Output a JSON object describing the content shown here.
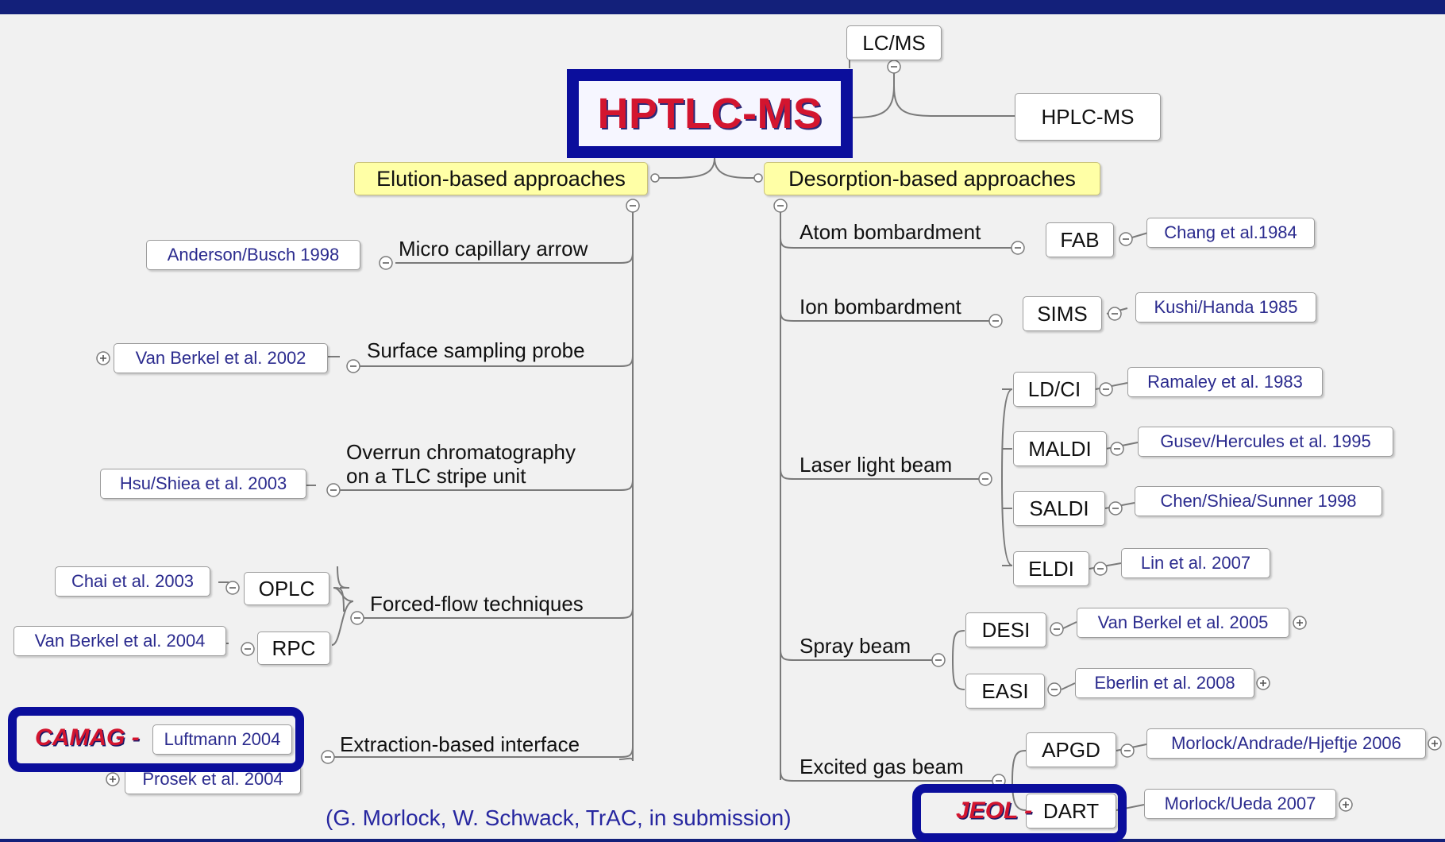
{
  "title": "HPTLC-MS",
  "related": {
    "lcms": "LC/MS",
    "hplcms": "HPLC-MS"
  },
  "branches": {
    "elution": "Elution-based approaches",
    "desorption": "Desorption-based approaches"
  },
  "elution_items": {
    "micro_capillary": {
      "label": "Micro capillary arrow",
      "ref": "Anderson/Busch 1998"
    },
    "surface_sampling": {
      "label": "Surface sampling probe",
      "ref": "Van Berkel et al. 2002"
    },
    "overrun": {
      "label_line1": "Overrun chromatography",
      "label_line2": "on a TLC stripe unit",
      "ref": "Hsu/Shiea et al. 2003"
    },
    "forced_flow": {
      "label": "Forced-flow techniques",
      "oplc": "OPLC",
      "oplc_ref": "Chai et al. 2003",
      "rpc": "RPC",
      "rpc_ref": "Van Berkel et al. 2004"
    },
    "extraction": {
      "label": "Extraction-based interface",
      "ref1": "Luftmann 2004",
      "ref2": "Prosek et al. 2004",
      "company": "CAMAG -"
    }
  },
  "desorption_items": {
    "atom": {
      "label": "Atom bombardment",
      "tech": "FAB",
      "ref": "Chang et al.1984"
    },
    "ion": {
      "label": "Ion bombardment",
      "tech": "SIMS",
      "ref": "Kushi/Handa 1985"
    },
    "laser": {
      "label": "Laser light beam",
      "ldci": "LD/CI",
      "ldci_ref": "Ramaley et al. 1983",
      "maldi": "MALDI",
      "maldi_ref": "Gusev/Hercules et al. 1995",
      "saldi": "SALDI",
      "saldi_ref": "Chen/Shiea/Sunner 1998",
      "eldi": "ELDI",
      "eldi_ref": "Lin et al. 2007"
    },
    "spray": {
      "label": "Spray beam",
      "desi": "DESI",
      "desi_ref": "Van Berkel et al. 2005",
      "easi": "EASI",
      "easi_ref": "Eberlin et al. 2008"
    },
    "excited": {
      "label": "Excited gas beam",
      "apgd": "APGD",
      "apgd_ref": "Morlock/Andrade/Hjeftje 2006",
      "dart": "DART",
      "dart_ref": "Morlock/Ueda 2007",
      "company": "JEOL -"
    }
  },
  "citation": "(G. Morlock, W. Schwack, TrAC, in submission)",
  "colors": {
    "frame": "#13207a",
    "highlight": "#0b0e9c",
    "title_red": "#d3152f",
    "ref_text": "#2b2b8e",
    "header_fill": "#ffffa6"
  }
}
